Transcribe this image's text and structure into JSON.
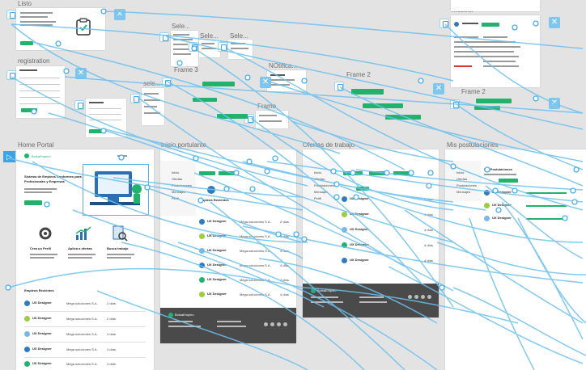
{
  "frames": {
    "listo": "Listo",
    "registration": "registration",
    "sele1": "Sele...",
    "sele2": "Sele...",
    "sele3": "Sele...",
    "sele4": "sele...",
    "frame3": "Frame 3",
    "notifica": "NOtifica...",
    "frame2a": "Frame 2",
    "frame": "Frame",
    "mostrar": "mostrar",
    "frame2b": "Frame 2",
    "home_portal": "Home Portal",
    "inicio_portulante": "inicio portulante",
    "ofertas": "Ofertas de trabajo",
    "mis_postulaciones": "Mis postulaciones"
  },
  "home": {
    "brand": "BolsaEmpleo",
    "hero_title": "Sistema de Empleos Conformes para",
    "hero_title2": "Profesionales y Empresas",
    "features": [
      {
        "title": "Crea un Perfil",
        "icon": "gear-icon"
      },
      {
        "title": "Aplica a ofertas",
        "icon": "chart-icon"
      },
      {
        "title": "Busca trabajo",
        "icon": "document-search-icon"
      }
    ],
    "section": "Empleos Recientes",
    "jobs": [
      {
        "title": "UX Designer",
        "desc": "Mega soluciones S.A.",
        "time": "2 días"
      },
      {
        "title": "UX Designer",
        "desc": "Mega soluciones S.A.",
        "time": "2 días"
      },
      {
        "title": "UX Designer",
        "desc": "Mega soluciones S.A.",
        "time": "4 días"
      },
      {
        "title": "UX Designer",
        "desc": "Mega soluciones S.A.",
        "time": "4 días"
      },
      {
        "title": "UX Designer",
        "desc": "Mega soluciones S.A.",
        "time": "4 días"
      }
    ]
  },
  "inicio": {
    "menu": [
      "Inicio",
      "Ofertas",
      "Postulaciones",
      "Mensajes",
      "Perfil"
    ],
    "section": "Empleos Recientes",
    "jobs": [
      {
        "title": "UX Designer",
        "desc": "Mega soluciones S.A.",
        "time": "2 días"
      },
      {
        "title": "UX Designer",
        "desc": "Mega soluciones S.A.",
        "time": "2 días"
      },
      {
        "title": "UX Designer",
        "desc": "Mega soluciones S.A.",
        "time": "4 días"
      },
      {
        "title": "UX Designer",
        "desc": "Mega soluciones S.A.",
        "time": "4 días"
      },
      {
        "title": "UX Designer",
        "desc": "Mega soluciones S.A.",
        "time": "4 días"
      },
      {
        "title": "UX Designer",
        "desc": "Mega soluciones S.A.",
        "time": "4 días"
      }
    ],
    "footer_brand": "BolsaEmpleo"
  },
  "ofertas": {
    "menu": [
      "Inicio",
      "Ofertas",
      "Postulaciones",
      "Mensajes",
      "Perfil"
    ],
    "jobs": [
      {
        "title": "UX Designer",
        "time": "2 días"
      },
      {
        "title": "UX Designer",
        "time": "4 días"
      },
      {
        "title": "UX Designer",
        "time": "4 días"
      },
      {
        "title": "UX Designer",
        "time": "4 días"
      },
      {
        "title": "UX Designer",
        "time": "4 días"
      }
    ],
    "footer_brand": "BolsaEmpleo"
  },
  "postulaciones": {
    "menu": [
      "Inicio",
      "Ofertas",
      "Postulaciones",
      "Mensajes"
    ],
    "title": "Mis Postulaciones",
    "jobs": [
      {
        "title": "UX Designer"
      },
      {
        "title": "UX Designer"
      },
      {
        "title": "UX Designer"
      }
    ]
  },
  "colors": {
    "accent": "#23b26d",
    "wire": "#6cc0ee",
    "canvas": "#e3e3e3"
  }
}
